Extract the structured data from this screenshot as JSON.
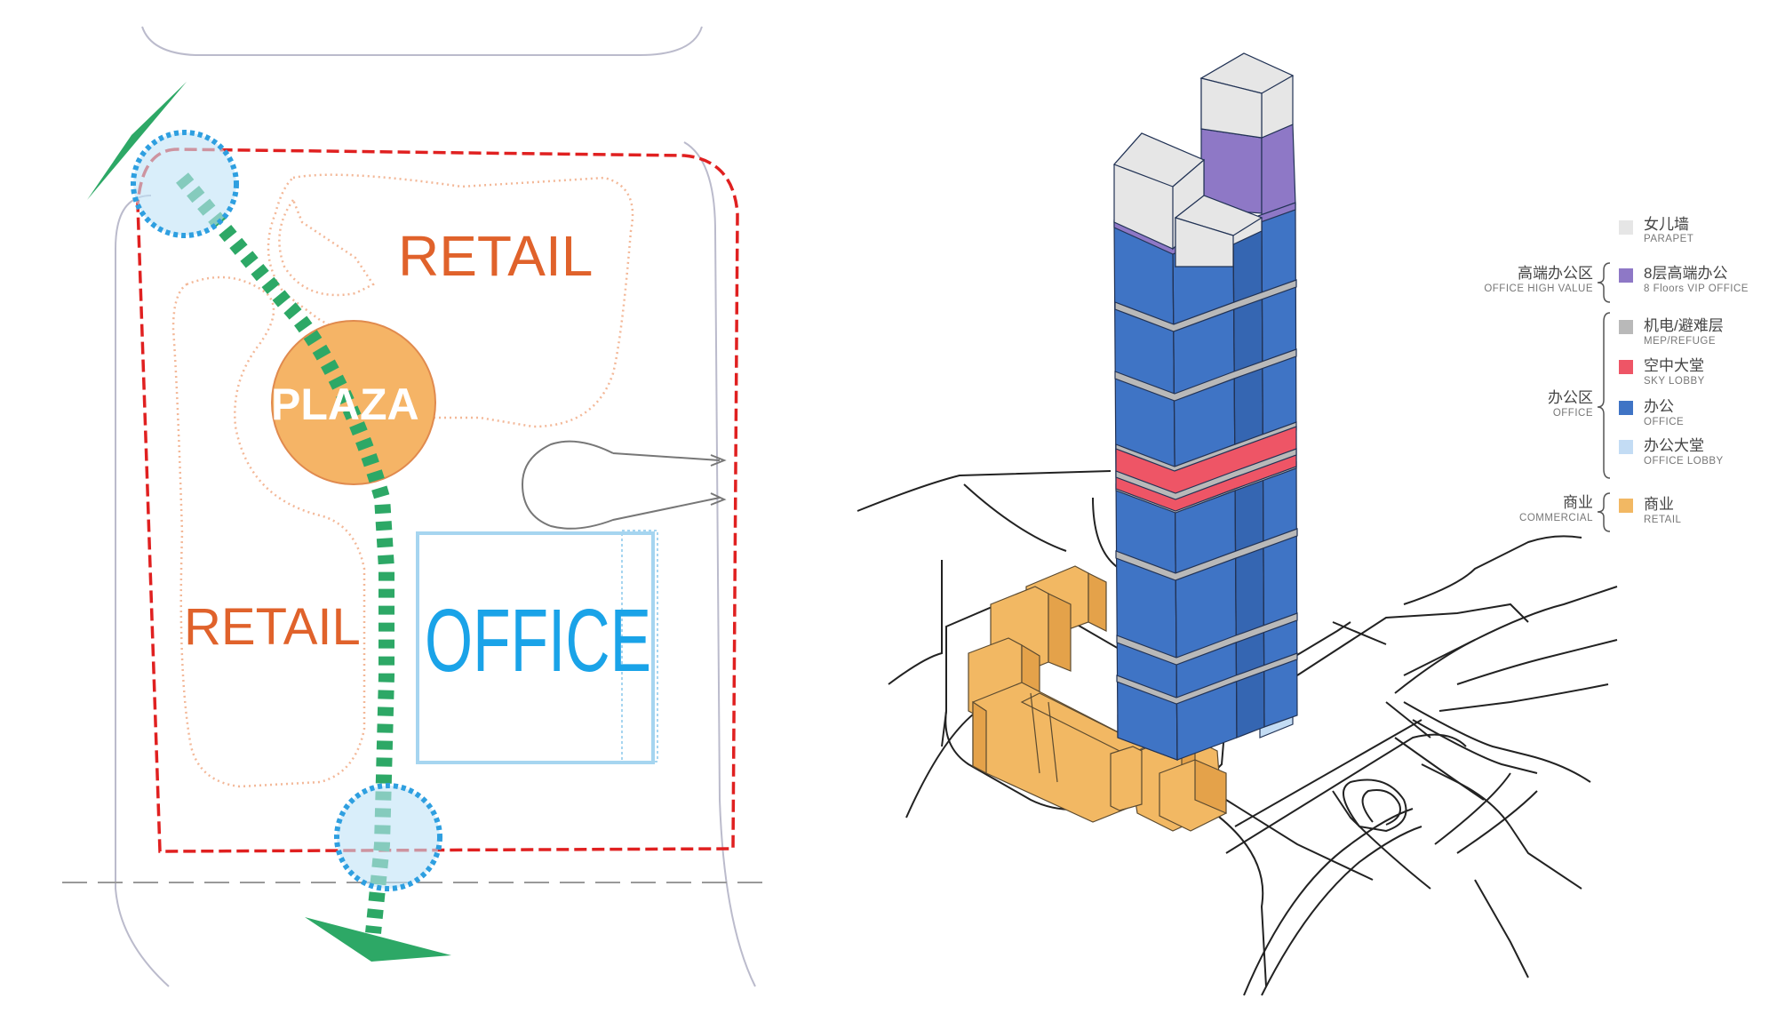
{
  "plan": {
    "labels": {
      "retail_top": "RETAIL",
      "retail_left": "RETAIL",
      "plaza": "PLAZA",
      "office": "OFFICE"
    },
    "colors": {
      "retail_text": "#e0622b",
      "office_text": "#1aa3e8",
      "plaza_fill": "#f5b466",
      "path_green": "#2da866",
      "boundary_red": "#e02020",
      "node_blue": "#2e9fe0"
    }
  },
  "legend": {
    "groups": [
      {
        "title": "",
        "subtitle": "",
        "items": [
          {
            "title": "女儿墙",
            "subtitle": "PARAPET",
            "color": "#e6e6e6"
          }
        ]
      },
      {
        "title": "高端办公区",
        "subtitle": "OFFICE HIGH VALUE",
        "items": [
          {
            "title": "8层高端办公",
            "subtitle": "8 Floors VIP OFFICE",
            "color": "#8e78c6"
          }
        ]
      },
      {
        "title": "办公区",
        "subtitle": "OFFICE",
        "items": [
          {
            "title": "机电/避难层",
            "subtitle": "MEP/REFUGE",
            "color": "#b9b9b9"
          },
          {
            "title": "空中大堂",
            "subtitle": "SKY LOBBY",
            "color": "#ee5566"
          },
          {
            "title": "办公",
            "subtitle": "OFFICE",
            "color": "#3f74c5"
          },
          {
            "title": "办公大堂",
            "subtitle": "OFFICE LOBBY",
            "color": "#c3dcf4"
          }
        ]
      },
      {
        "title": "商业",
        "subtitle": "COMMERCIAL",
        "items": [
          {
            "title": "商业",
            "subtitle": "RETAIL",
            "color": "#f2b863"
          }
        ]
      }
    ]
  },
  "tower": {
    "colors": {
      "office": "#3f74c5",
      "office_side": "#3566b2",
      "parapet": "#e6e6e6",
      "vip": "#8e78c6",
      "mep": "#b9b9b9",
      "sky_lobby": "#ee5566",
      "lobby": "#c3dcf4",
      "retail": "#f2b863",
      "retail_dark": "#e4a24a"
    }
  }
}
